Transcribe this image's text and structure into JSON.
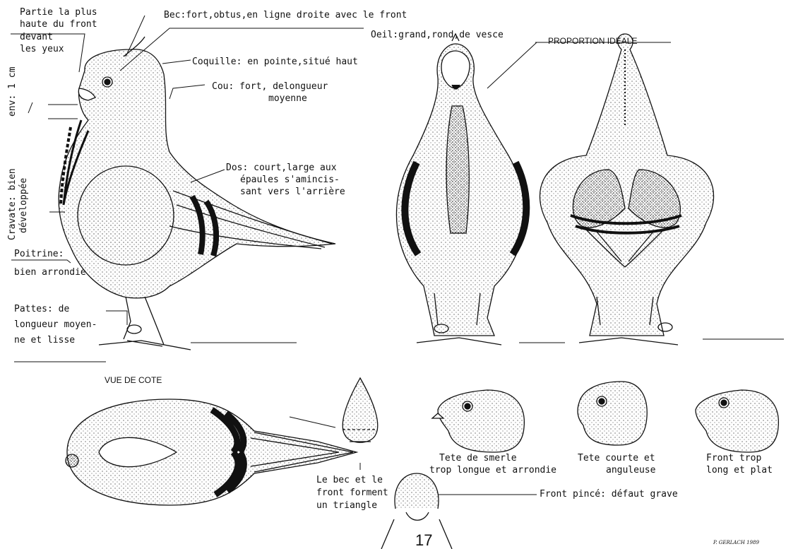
{
  "labels": {
    "partie": [
      "Partie la plus",
      "haute du front",
      "devant",
      "les yeux"
    ],
    "bec": "Bec:fort,obtus,en ligne droite avec le front",
    "oeil": "Oeil:grand,rond,de vesce",
    "coquille": "Coquille: en pointe,situé haut",
    "cou": [
      "Cou: fort, delongueur",
      "moyenne"
    ],
    "dos": [
      "Dos: court,large aux",
      "épaules s'amincis-",
      "sant vers l'arrière"
    ],
    "poitrine": [
      "Poitrine:",
      "bien arrondie"
    ],
    "pattes": [
      "Pattes: de",
      "longueur moyen-",
      "ne et lisse"
    ],
    "proportion": "PROPORTION IDEALE",
    "vue": "VUE DE COTE",
    "triangle": [
      "Le bec et le",
      "front forment",
      "un triangle"
    ],
    "pince": "Front pincé: défaut grave",
    "tete1": [
      "Tete de smerle",
      "trop longue et arrondie"
    ],
    "tete2": [
      "Tete courte et",
      "anguleuse"
    ],
    "tete3": [
      "Front trop",
      "long et plat"
    ],
    "env": "env: 1 cm",
    "cravate": [
      "Cravate: bien",
      "développée"
    ]
  },
  "page_number": "17",
  "signature": "P. GERLACH 1989"
}
